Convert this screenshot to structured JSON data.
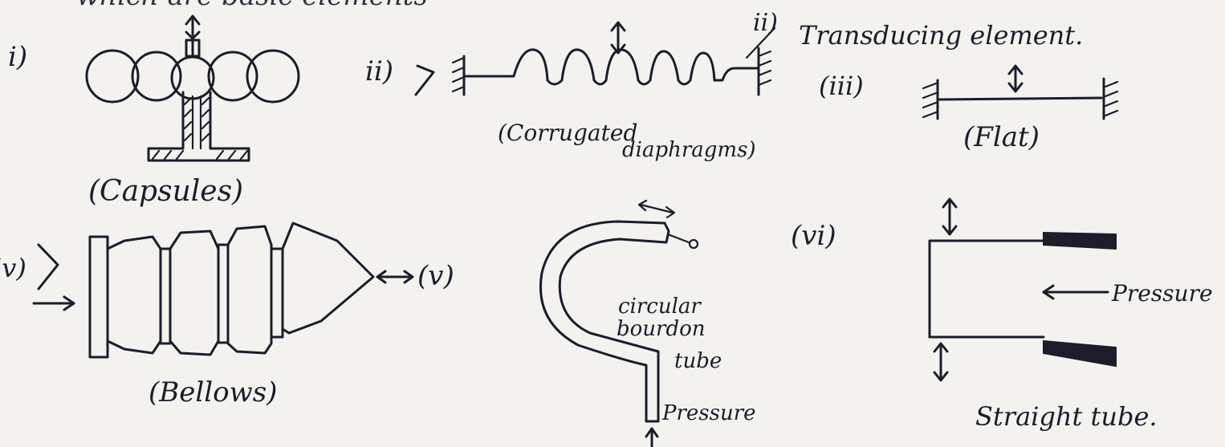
{
  "header_partial": {
    "left": "which are basic elements",
    "right": "transducing element"
  },
  "capsules": {
    "numeral": "i)",
    "caption": "(Capsules)"
  },
  "corrugated": {
    "numeral": "ii)",
    "caption_line1": "(Corrugated",
    "caption_line2": "diaphragms)"
  },
  "transducing_note": {
    "numeral": "ii)",
    "text": "Transducing element."
  },
  "flat": {
    "numeral": "(iii)",
    "caption": "(Flat)"
  },
  "bellows": {
    "numeral": "iv)",
    "caption": "(Bellows)"
  },
  "v_label": {
    "numeral": "(v)"
  },
  "bourdon": {
    "line1": "circular",
    "line2": "bourdon",
    "line3": "tube",
    "pressure": "Pressure"
  },
  "straight": {
    "numeral": "(vi)",
    "pressure": "Pressure",
    "caption": "Straight tube."
  }
}
